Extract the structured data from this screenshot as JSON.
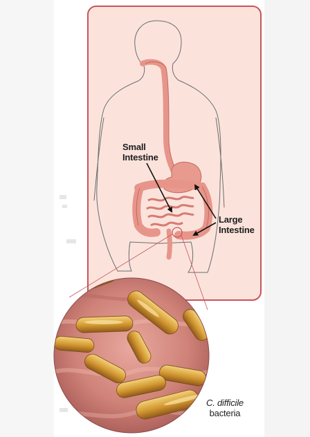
{
  "labels": {
    "small_intestine": [
      "Small",
      "Intestine"
    ],
    "large_intestine": [
      "Large",
      "Intestine"
    ],
    "bacteria_species": "C. difficile",
    "bacteria_word": "bacteria"
  },
  "colors": {
    "frame_border": "#c7545a",
    "frame_fill": "#fbe6df",
    "organ": "#e7958a",
    "organ_dark": "#c4695f",
    "bacteria": "#d49a3a",
    "magnified_bg": "#c27a72"
  }
}
